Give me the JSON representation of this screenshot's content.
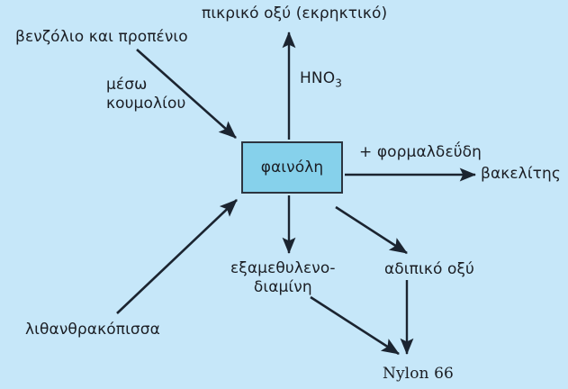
{
  "diagram": {
    "title": "Phenol reaction pathways flow diagram",
    "background_color": "#c6e7f9",
    "box_fill_color": "#86d1eb",
    "box_border_color": "#2c3540",
    "arrow_color": "#1b2430",
    "center_node": {
      "label": "φαινόλη"
    },
    "nodes": {
      "benzene_propene": "βενζόλιο και προπένιο",
      "via_cumene_line1": "μέσω",
      "via_cumene_line2": "κουμολίου",
      "picric_acid": "πικρικό οξύ (εκρηκτικό)",
      "nitric_acid_main": "HNO",
      "nitric_acid_sub": "3",
      "formaldehyde": "+ φορμαλδεΰδη",
      "bakelite": "βακελίτης",
      "hexamethylene_line1": "εξαμεθυλενο-",
      "hexamethylene_line2": "διαμίνη",
      "adipic_acid": "αδιπικό οξύ",
      "coal_tar": "λιθανθρακόπισσα",
      "nylon": "Nylon 66"
    },
    "edges": [
      {
        "name": "benzene-to-phenol",
        "from": "βενζόλιο και προπένιο",
        "to": "φαινόλη",
        "label": "μέσω κουμολίου",
        "direction": "down-right"
      },
      {
        "name": "coaltar-to-phenol",
        "from": "λιθανθρακόπισσα",
        "to": "φαινόλη",
        "label": "",
        "direction": "up-right"
      },
      {
        "name": "phenol-to-picric",
        "from": "φαινόλη",
        "to": "πικρικό οξύ (εκρηκτικό)",
        "label": "HNO3",
        "direction": "up"
      },
      {
        "name": "phenol-to-bakelite",
        "from": "φαινόλη",
        "to": "βακελίτης",
        "label": "+ φορμαλδεΰδη",
        "direction": "right"
      },
      {
        "name": "phenol-to-hexamethylenediamine",
        "from": "φαινόλη",
        "to": "εξαμεθυλενοδιαμίνη",
        "label": "",
        "direction": "down"
      },
      {
        "name": "phenol-to-adipic",
        "from": "φαινόλη",
        "to": "αδιπικό οξύ",
        "label": "",
        "direction": "down-right"
      },
      {
        "name": "hexamethylenediamine-to-nylon",
        "from": "εξαμεθυλενοδιαμίνη",
        "to": "Nylon 66",
        "label": "",
        "direction": "down-right"
      },
      {
        "name": "adipic-to-nylon",
        "from": "αδιπικό οξύ",
        "to": "Nylon 66",
        "label": "",
        "direction": "down"
      }
    ]
  }
}
